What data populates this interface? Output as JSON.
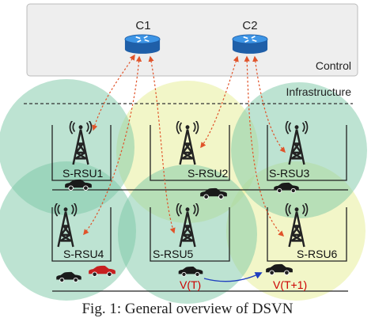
{
  "controllers": {
    "c1": "C1",
    "c2": "C2"
  },
  "layers": {
    "control": "Control",
    "infrastructure": "Infrastructure"
  },
  "rsus": {
    "rsu1": "S-RSU1",
    "rsu2": "S-RSU2",
    "rsu3": "S-RSU3",
    "rsu4": "S-RSU4",
    "rsu5": "S-RSU5",
    "rsu6": "S-RSU6"
  },
  "vehicles": {
    "current": "V(T)",
    "next": "V(T+1)"
  },
  "caption": "Fig. 1: General overview of DSVN",
  "colors": {
    "green_cell": "#7cc8a6",
    "yellow_cell": "#e8ee9a",
    "control_panel": "#eeeeee",
    "router": "#2f7fd0",
    "signal_link": "#e0532a",
    "vehicle_label": "#cc0000",
    "movement_arrow": "#1f3fbf"
  }
}
